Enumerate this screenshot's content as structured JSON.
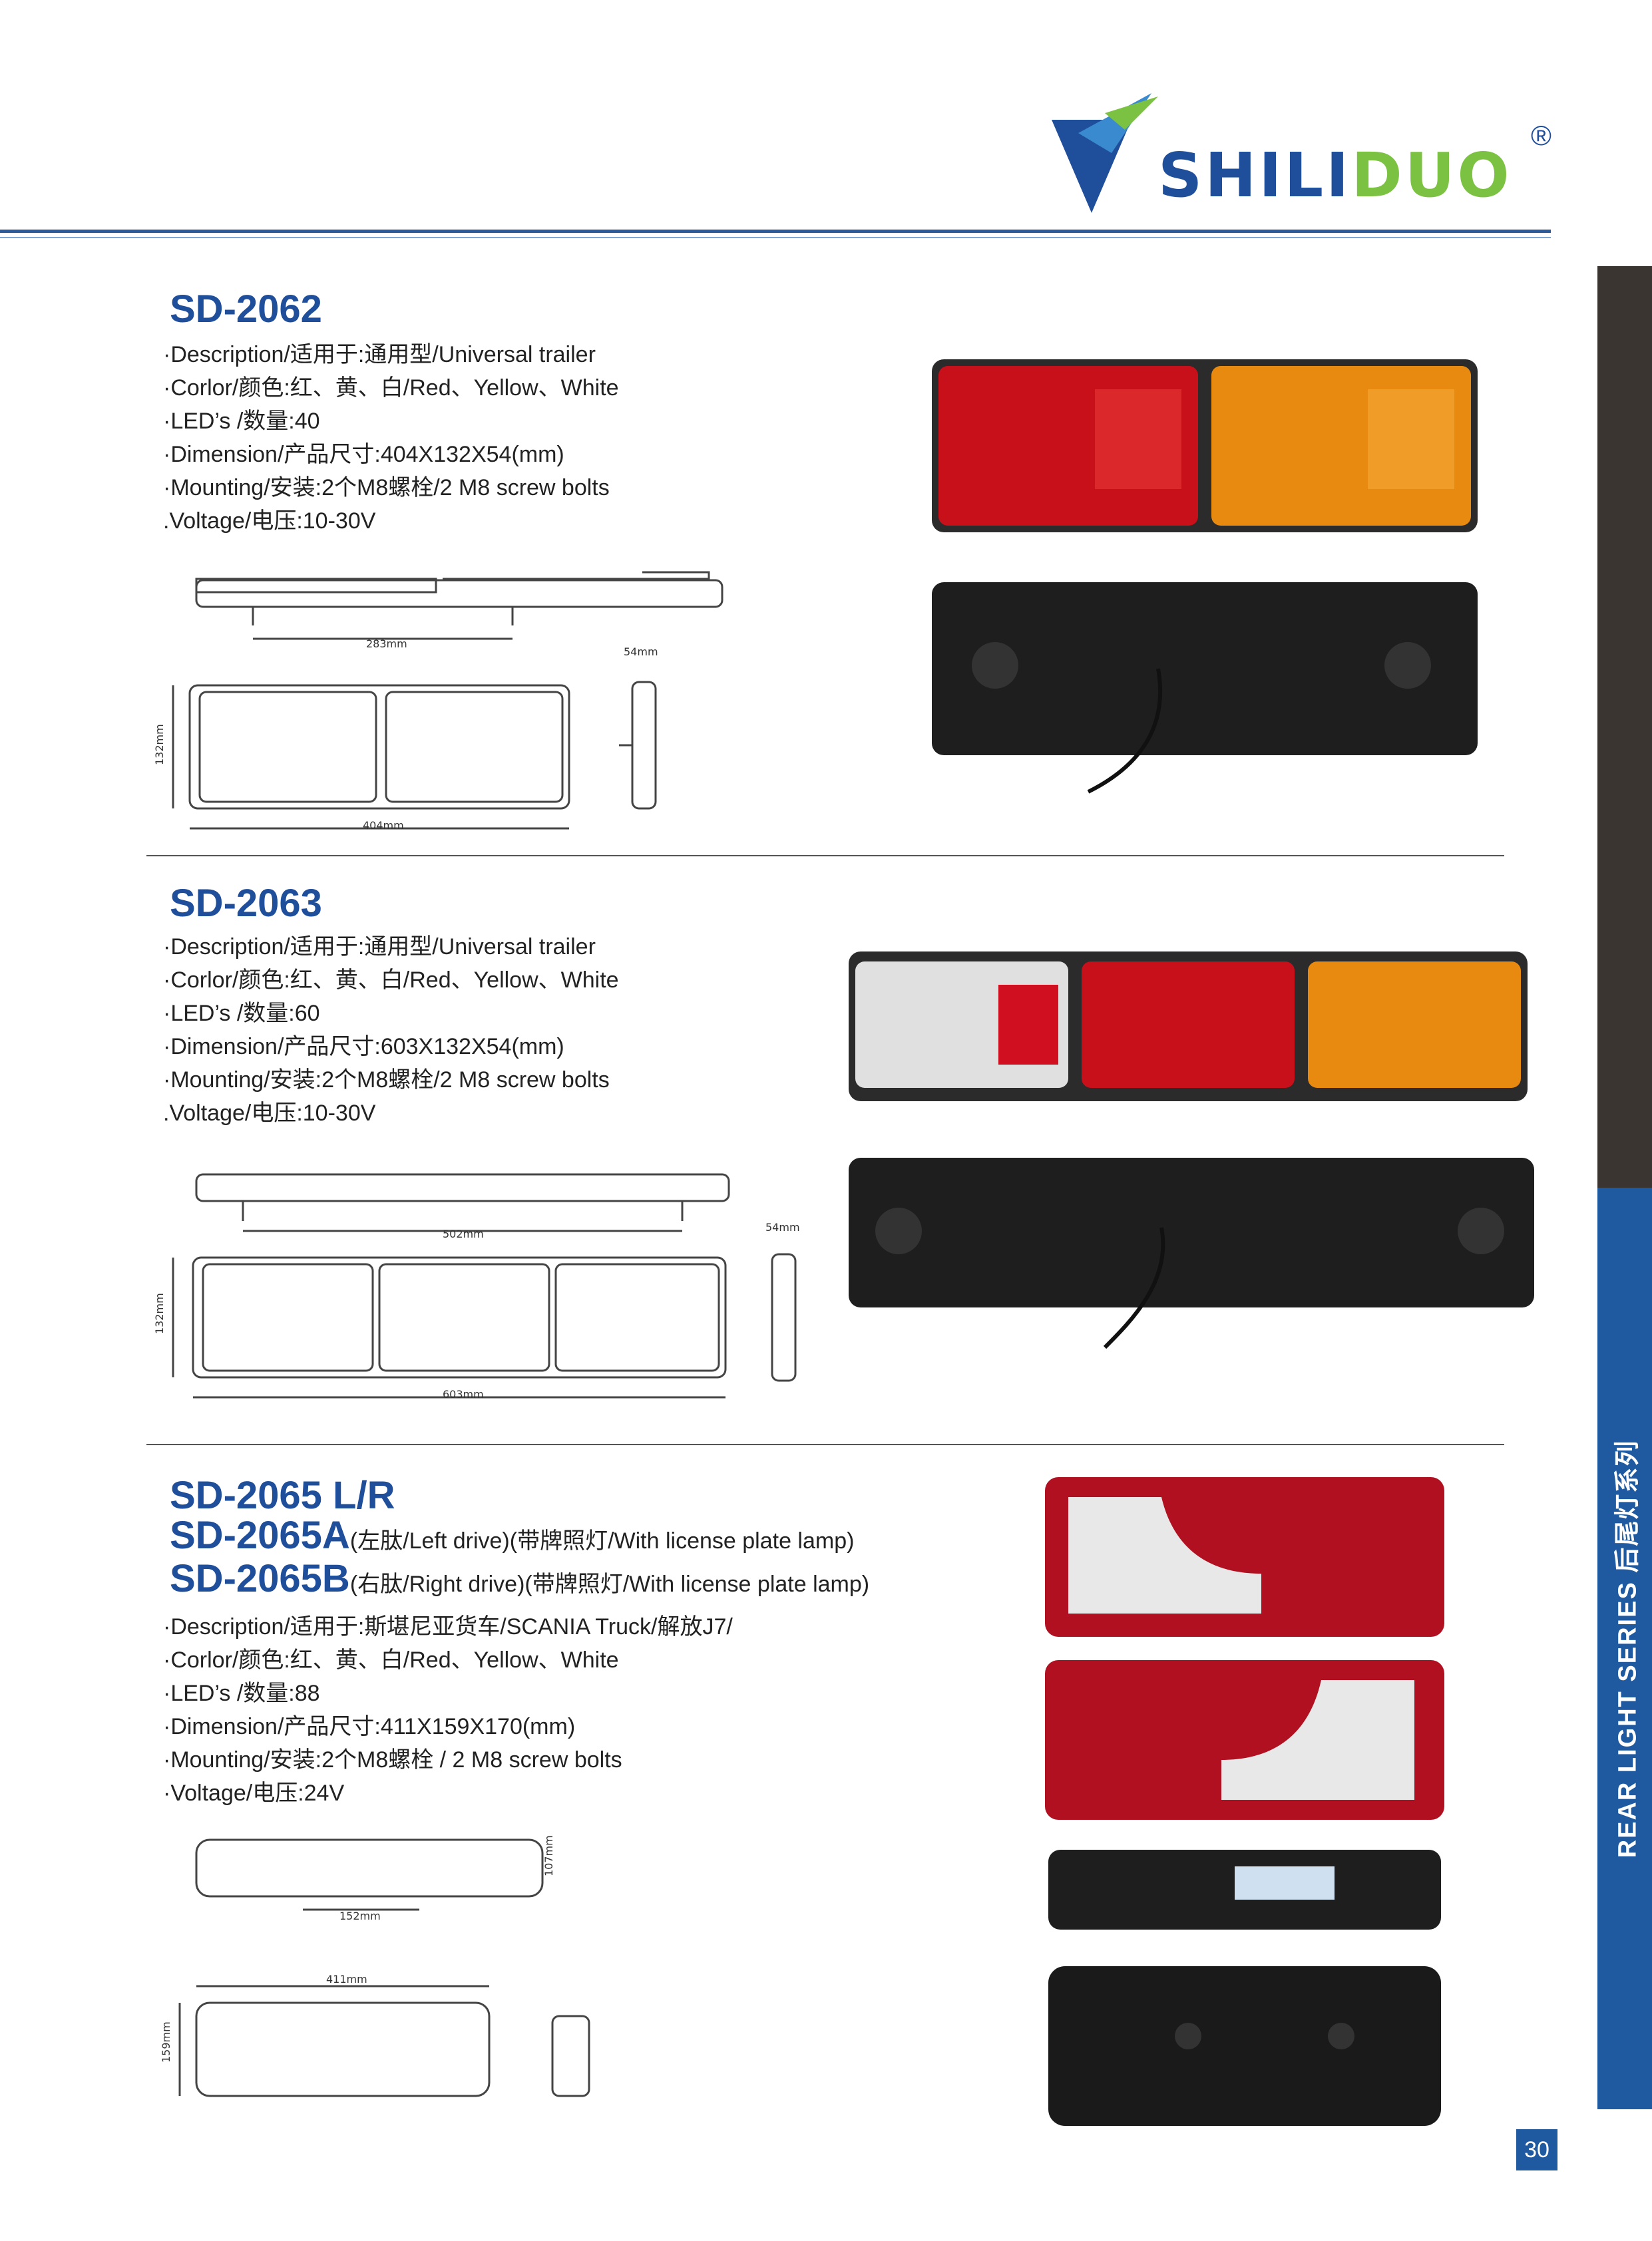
{
  "brand": {
    "name_part1": "SHILI",
    "name_part2": "DUO",
    "registered": "®"
  },
  "sidebar": {
    "label": "REAR LIGHT SERIES 后尾灯系列"
  },
  "page_number": "30",
  "products": [
    {
      "model": "SD-2062",
      "specs": [
        "·Description/适用于:通用型/Universal trailer",
        "·Corlor/颜色:红、黄、白/Red、Yellow、White",
        "·LED’s /数量:40",
        "·Dimension/产品尺寸:404X132X54(mm)",
        "·Mounting/安装:2个M8螺栓/2 M8 screw bolts",
        ".Voltage/电压:10-30V"
      ],
      "dims": {
        "bolt_spacing": "283mm",
        "height": "132mm",
        "width": "404mm",
        "depth": "54mm"
      }
    },
    {
      "model": "SD-2063",
      "specs": [
        "·Description/适用于:通用型/Universal trailer",
        "·Corlor/颜色:红、黄、白/Red、Yellow、White",
        "·LED’s /数量:60",
        "·Dimension/产品尺寸:603X132X54(mm)",
        "·Mounting/安装:2个M8螺栓/2 M8 screw bolts",
        ".Voltage/电压:10-30V"
      ],
      "dims": {
        "bolt_spacing": "502mm",
        "height": "132mm",
        "width": "603mm",
        "depth": "54mm"
      }
    },
    {
      "model": "SD-2065 L/R",
      "model_a": "SD-2065A",
      "model_a_note": "(左肽/Left drive)(带牌照灯/With license plate lamp)",
      "model_b": "SD-2065B",
      "model_b_note": "(右肽/Right drive)(带牌照灯/With license plate lamp)",
      "specs": [
        "·Description/适用于:斯堪尼亚货车/SCANIA Truck/解放J7/",
        "·Corlor/颜色:红、黄、白/Red、Yellow、White",
        "·LED’s /数量:88",
        "·Dimension/产品尺寸:411X159X170(mm)",
        "·Mounting/安装:2个M8螺栓 / 2 M8 screw bolts",
        "·Voltage/电压:24V"
      ],
      "dims": {
        "bolt_spacing": "152mm",
        "depth": "107mm",
        "width": "411mm",
        "height": "159mm"
      }
    }
  ],
  "colors": {
    "brand_blue": "#1f4e9a",
    "brand_green": "#7cc242",
    "sidebar_dark": "#3a3530",
    "sidebar_blue": "#1f5aa0"
  }
}
